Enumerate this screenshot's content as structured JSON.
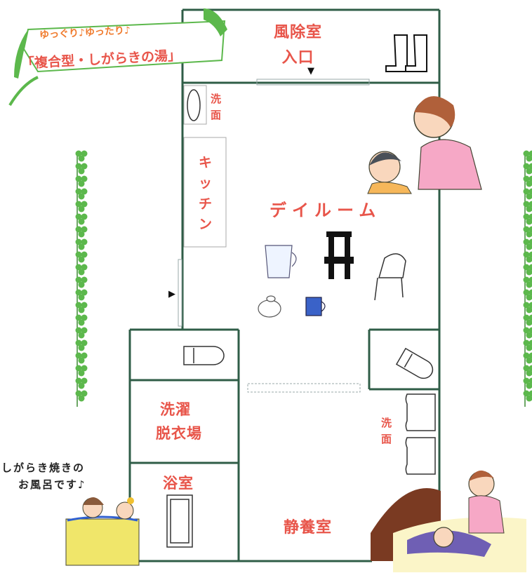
{
  "banner": {
    "line1": "ゆっぐり♪ゆったり♪",
    "line2": "「複合型・しがらきの湯」"
  },
  "rooms": {
    "entrance": "風除室",
    "entrance_sub": "入口",
    "washbasin_top_1": "洗",
    "washbasin_top_2": "面",
    "kitchen_1": "キ",
    "kitchen_2": "ッ",
    "kitchen_3": "チ",
    "kitchen_4": "ン",
    "dayroom": "デイルーム",
    "laundry": "洗濯",
    "dressing": "脱衣場",
    "bathroom": "浴室",
    "washbasin_right_1": "洗",
    "washbasin_right_2": "面",
    "quiet_room": "静養室"
  },
  "note": {
    "line1": "しがらき焼きの",
    "line2": "お風呂です♪"
  },
  "colors": {
    "wall": "#2f5d47",
    "label": "#e8554a",
    "banner_orange": "#f07a2c",
    "leaf_green": "#5cb84c"
  }
}
